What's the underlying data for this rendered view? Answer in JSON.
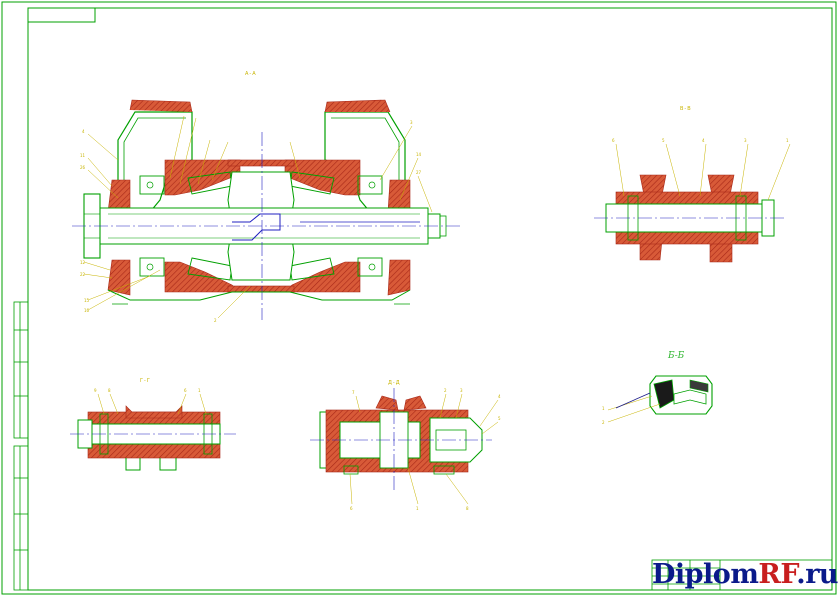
{
  "sheet": {
    "colors": {
      "outline": "#00a000",
      "section_fill": "#d24b28",
      "hatch": "#c83c28",
      "shaft_fill": "#f2f2f2",
      "center_line": "#2020c0",
      "leader": "#c8b400"
    }
  },
  "views": {
    "main": {
      "title": "А-А"
    },
    "top_right": {
      "title": "В-В"
    },
    "bottom_left": {
      "title": "Г-Г"
    },
    "bottom_mid": {
      "title": "Д-Д"
    },
    "bottom_right": {
      "title": "Б-Б"
    }
  },
  "watermark": {
    "brand_main": "Diplom",
    "brand_accent": "RF",
    "brand_suffix": ".ru"
  }
}
